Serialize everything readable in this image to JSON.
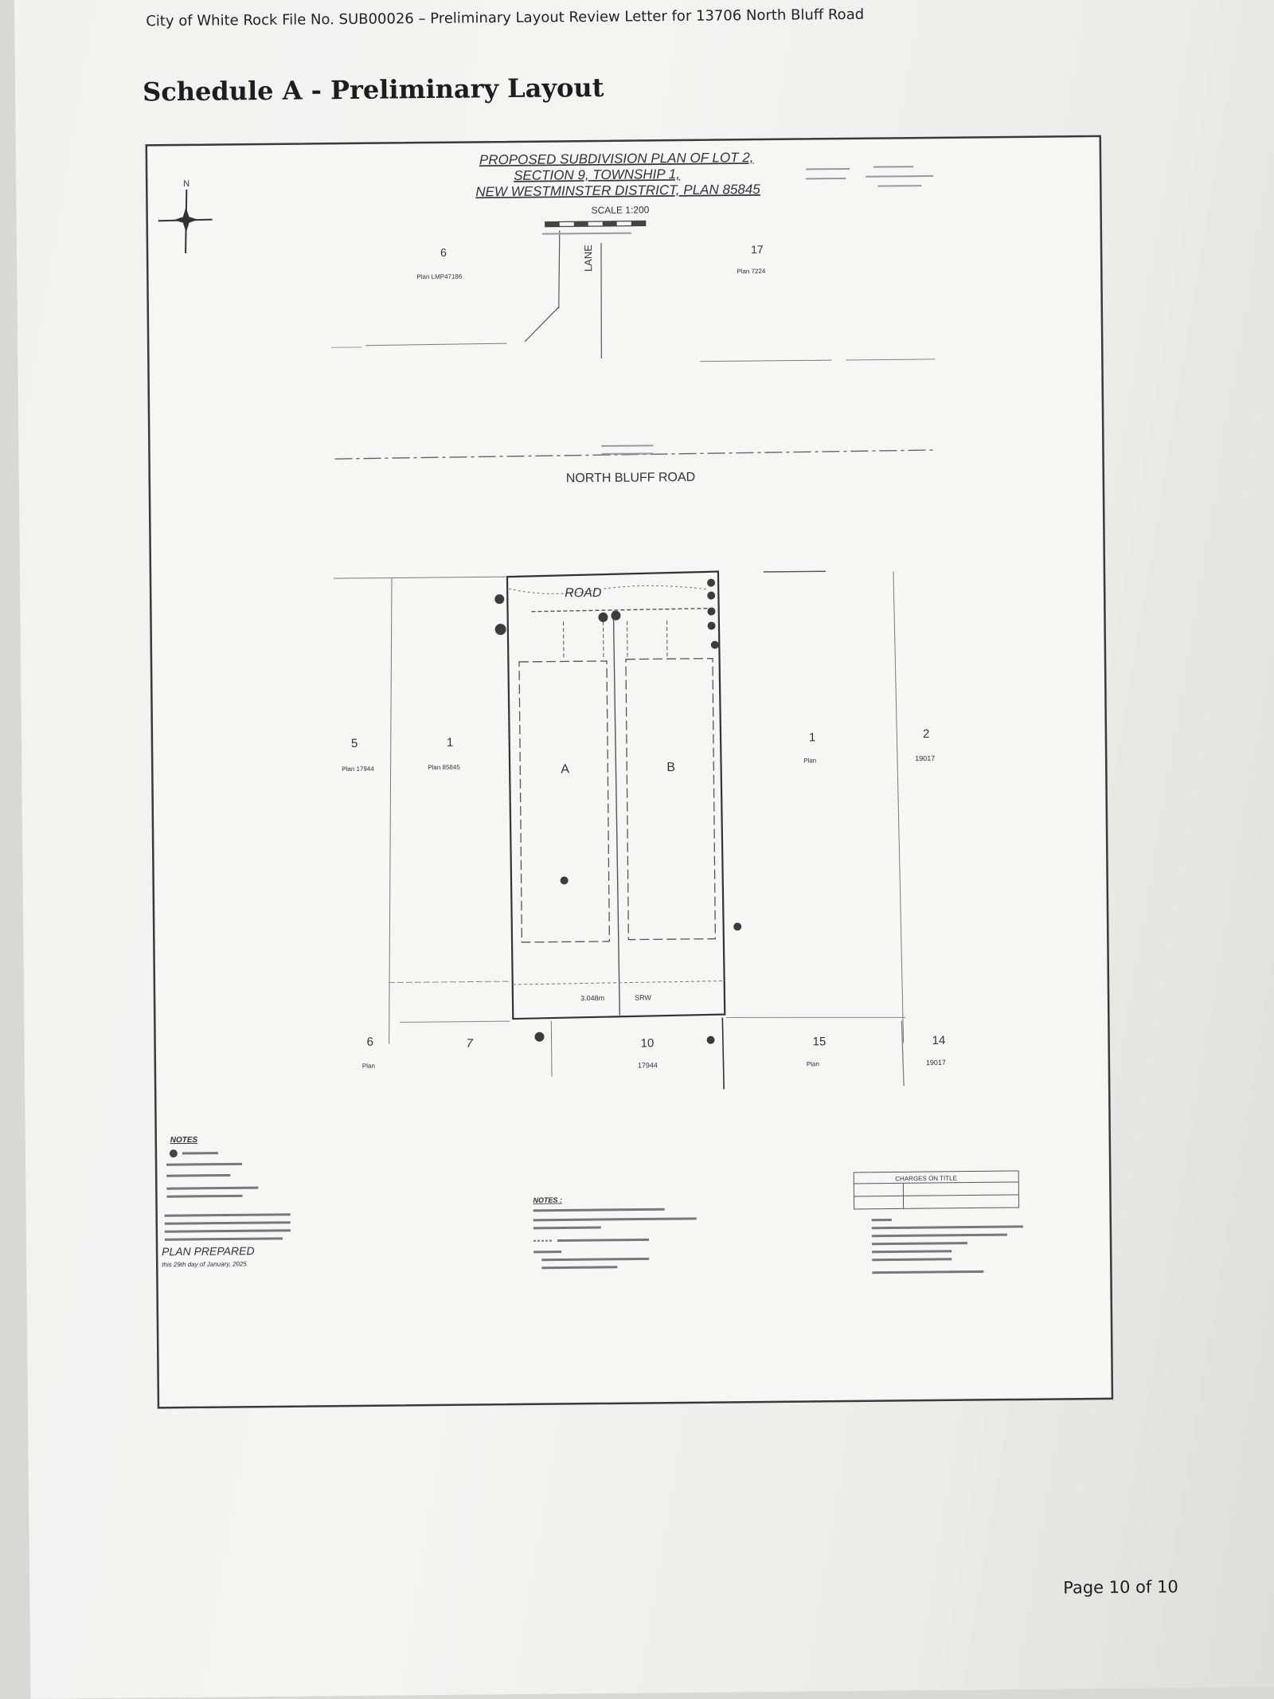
{
  "document": {
    "header": "City of White Rock File No. SUB00026 – Preliminary Layout Review Letter for 13706 North Bluff Road",
    "title": "Schedule A - Preliminary Layout",
    "page_number": "Page 10 of 10"
  },
  "plan": {
    "title_lines": [
      "PROPOSED SUBDIVISION PLAN OF LOT 2,",
      "SECTION 9, TOWNSHIP 1,",
      "NEW WESTMINSTER DISTRICT, PLAN 85845"
    ],
    "scale": "SCALE 1:200",
    "north_arrow": "N",
    "lane": "LANE",
    "street": "NORTH BLUFF ROAD",
    "road": "ROAD",
    "top_lots": [
      {
        "number": "6",
        "plan": "Plan LMP47186"
      },
      {
        "number": "17",
        "plan": "Plan 7224"
      }
    ],
    "side_lots": [
      {
        "number": "5",
        "plan": "Plan 17944"
      },
      {
        "number": "1",
        "plan": "Plan 85845"
      },
      {
        "number": "1",
        "plan": "Plan"
      },
      {
        "number": "2",
        "plan": "19017"
      }
    ],
    "new_lots": [
      {
        "label": "A"
      },
      {
        "label": "B"
      }
    ],
    "bottom_lots": [
      {
        "number": "6",
        "plan": "Plan"
      },
      {
        "number": "7",
        "plan": ""
      },
      {
        "number": "10",
        "plan": "17944"
      },
      {
        "number": "15",
        "plan": "Plan"
      },
      {
        "number": "14",
        "plan": "19017"
      }
    ],
    "srw_dimension": "3.048m",
    "srw_label": "SRW",
    "notes_left_heading": "NOTES",
    "plan_prepared": "PLAN PREPARED",
    "plan_prepared_date": "this 29th day of January, 2025",
    "notes_center_heading": "NOTES :",
    "charges_heading": "CHARGES ON TITLE"
  },
  "colors": {
    "ink": "#3a3a3a",
    "paper": "#f3f3f0"
  }
}
